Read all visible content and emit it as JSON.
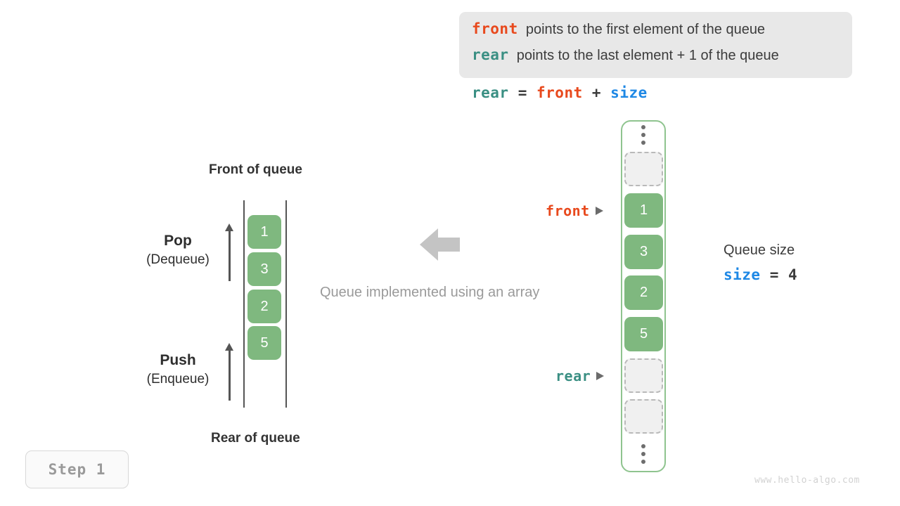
{
  "note": {
    "lines": [
      {
        "keyword": "front",
        "keyword_color": "#e8491d",
        "text": "points to the first element of the queue"
      },
      {
        "keyword": "rear",
        "keyword_color": "#3a8f83",
        "text": "points to the last element + 1 of the queue"
      }
    ]
  },
  "formula": {
    "lhs": "rear",
    "eq": " = ",
    "rhs1": "front",
    "plus": " + ",
    "rhs2": "size"
  },
  "left_queue": {
    "top_label": "Front of queue",
    "bottom_label": "Rear of queue",
    "pop": {
      "title": "Pop",
      "subtitle": "(Dequeue)"
    },
    "push": {
      "title": "Push",
      "subtitle": "(Enqueue)"
    },
    "cells": [
      "1",
      "3",
      "2",
      "5"
    ]
  },
  "middle": {
    "caption": "Queue implemented using an array",
    "arrow_icon": "arrow-left-icon",
    "arrow_color": "#c4c4c4"
  },
  "array": {
    "top_ellipsis": "vertical-ellipsis-icon",
    "bottom_ellipsis": "vertical-ellipsis-icon",
    "cells": [
      {
        "type": "empty",
        "value": ""
      },
      {
        "type": "filled",
        "value": "1"
      },
      {
        "type": "filled",
        "value": "3"
      },
      {
        "type": "filled",
        "value": "2"
      },
      {
        "type": "filled",
        "value": "5"
      },
      {
        "type": "empty",
        "value": ""
      },
      {
        "type": "empty",
        "value": ""
      }
    ],
    "pointers": {
      "front": {
        "label": "front",
        "color": "#e8491d"
      },
      "rear": {
        "label": "rear",
        "color": "#3a8f83"
      }
    },
    "border_color": "#8fc48f",
    "fill_color": "#7fb87f"
  },
  "size_info": {
    "title": "Queue size",
    "var": "size",
    "eq": " = ",
    "value": "4"
  },
  "step_badge": {
    "label": "Step  1"
  },
  "watermark": {
    "text": "www.hello-algo.com"
  }
}
